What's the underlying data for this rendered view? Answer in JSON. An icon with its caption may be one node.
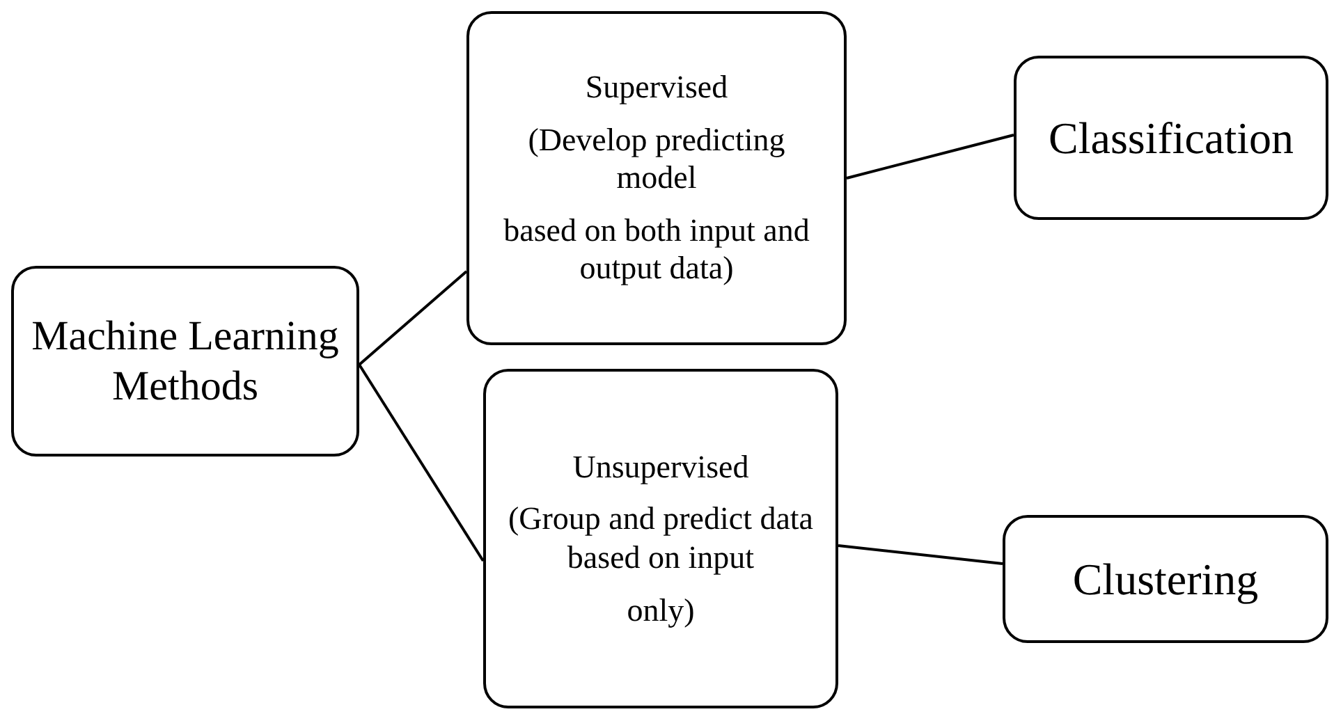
{
  "diagram": {
    "nodes": [
      {
        "text": [
          "Machine Learning Methods"
        ]
      },
      {
        "text": [
          "Supervised",
          "(Develop predicting model",
          "based on both input and output data)"
        ]
      },
      {
        "text": [
          "Classification"
        ]
      },
      {
        "text": [
          "Unsupervised",
          "(Group and predict data based on input",
          "only)"
        ]
      },
      {
        "text": [
          "Clustering"
        ]
      }
    ],
    "edges": [
      {
        "from": 0,
        "to": 1,
        "arrow": "none"
      },
      {
        "from": 0,
        "to": 3,
        "arrow": "none"
      },
      {
        "from": 1,
        "to": 2,
        "arrow": "none"
      },
      {
        "from": 3,
        "to": 4,
        "arrow": "none"
      }
    ]
  }
}
